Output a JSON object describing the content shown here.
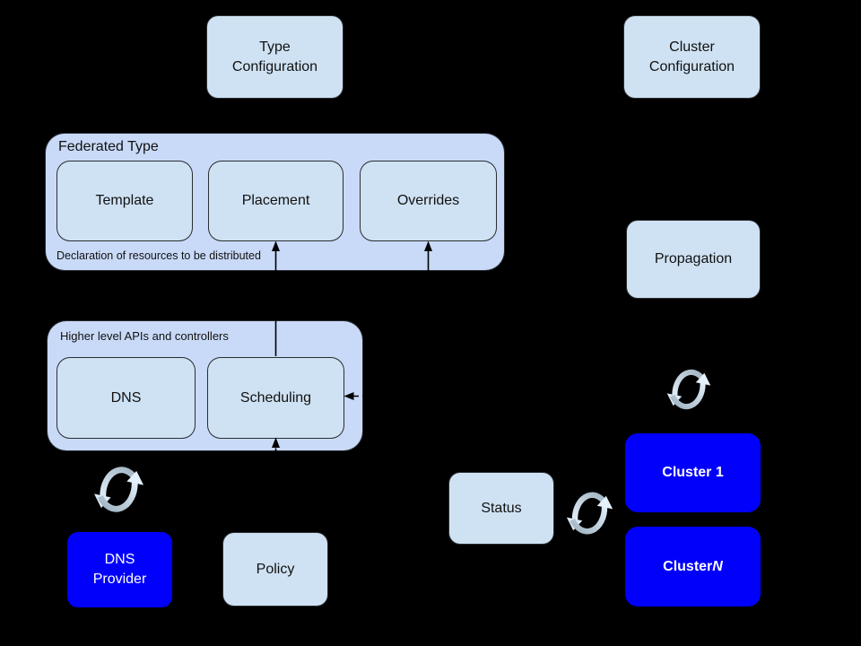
{
  "title": "Federation concepts diagram",
  "colors": {
    "background": "#000000",
    "group_fill": "#c9daf8",
    "node_fill": "#cfe2f3",
    "cluster_fill": "#0000fb",
    "text": "#111111",
    "text_on_blue": "#ffffff",
    "connector": "#000000",
    "sync_dark": "#9fb2c0",
    "sync_light": "#e0edf8"
  },
  "labels": {
    "type_configuration": "Type\nConfiguration",
    "cluster_configuration": "Cluster\nConfiguration",
    "federated_type_title": "Federated Type",
    "federated_type_caption": "Declaration of resources to be distributed",
    "template": "Template",
    "placement": "Placement",
    "overrides": "Overrides",
    "propagation": "Propagation",
    "higher_apis_title": "Higher level APIs and controllers",
    "dns": "DNS",
    "scheduling": "Scheduling",
    "status": "Status",
    "policy": "Policy",
    "dns_provider": "DNS\nProvider",
    "cluster_1": "Cluster 1",
    "cluster_n_prefix": "Cluster ",
    "cluster_n_suffix": "N"
  },
  "icons": {
    "sync": "sync-circular-arrows-icon"
  },
  "edges": [
    {
      "to": "Placement",
      "style": "solid",
      "arrow_at": "Placement bottom"
    },
    {
      "to": "Overrides",
      "style": "solid",
      "arrow_at": "Overrides bottom"
    },
    {
      "to": "Scheduling",
      "style": "dash-dot",
      "arrow_at": "Scheduling right side"
    },
    {
      "from": "Policy",
      "to": "Scheduling",
      "style": "dashed",
      "arrow_at": "Scheduling bottom"
    }
  ],
  "sync_links": [
    [
      "DNS",
      "DNS Provider"
    ],
    [
      "Propagation",
      "Cluster 1"
    ],
    [
      "Status",
      "Cluster 1"
    ]
  ]
}
